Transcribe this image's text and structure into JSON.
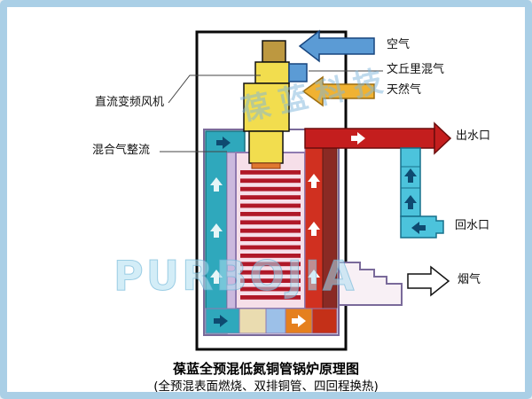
{
  "diagram": {
    "title": "葆蓝全预混低氮铜管锅炉原理图",
    "subtitle": "(全预混表面燃烧、双排铜管、四回程换热)",
    "labels": {
      "air": "空气",
      "venturi": "文丘里混气",
      "natural_gas": "天然气",
      "fan": "直流变频风机",
      "gas_rectifier": "混合气整流",
      "water_outlet": "出水口",
      "water_return": "回水口",
      "flue_gas": "烟气"
    },
    "watermark_cn": "葆蓝科技",
    "watermark_en": "PURBOJIA",
    "colors": {
      "frame_border": "#aacfe6",
      "air_arrow": "#5b9bd5",
      "gas_arrow": "#f0b232",
      "hot_water_pipe": "#c41e1e",
      "return_water_pipe": "#4cc3dc",
      "fan_body": "#f2dd4e",
      "copper_tubes": "#b01828",
      "water_jacket": "#2fa8bc",
      "casing_outline": "#8f7ab0"
    }
  }
}
